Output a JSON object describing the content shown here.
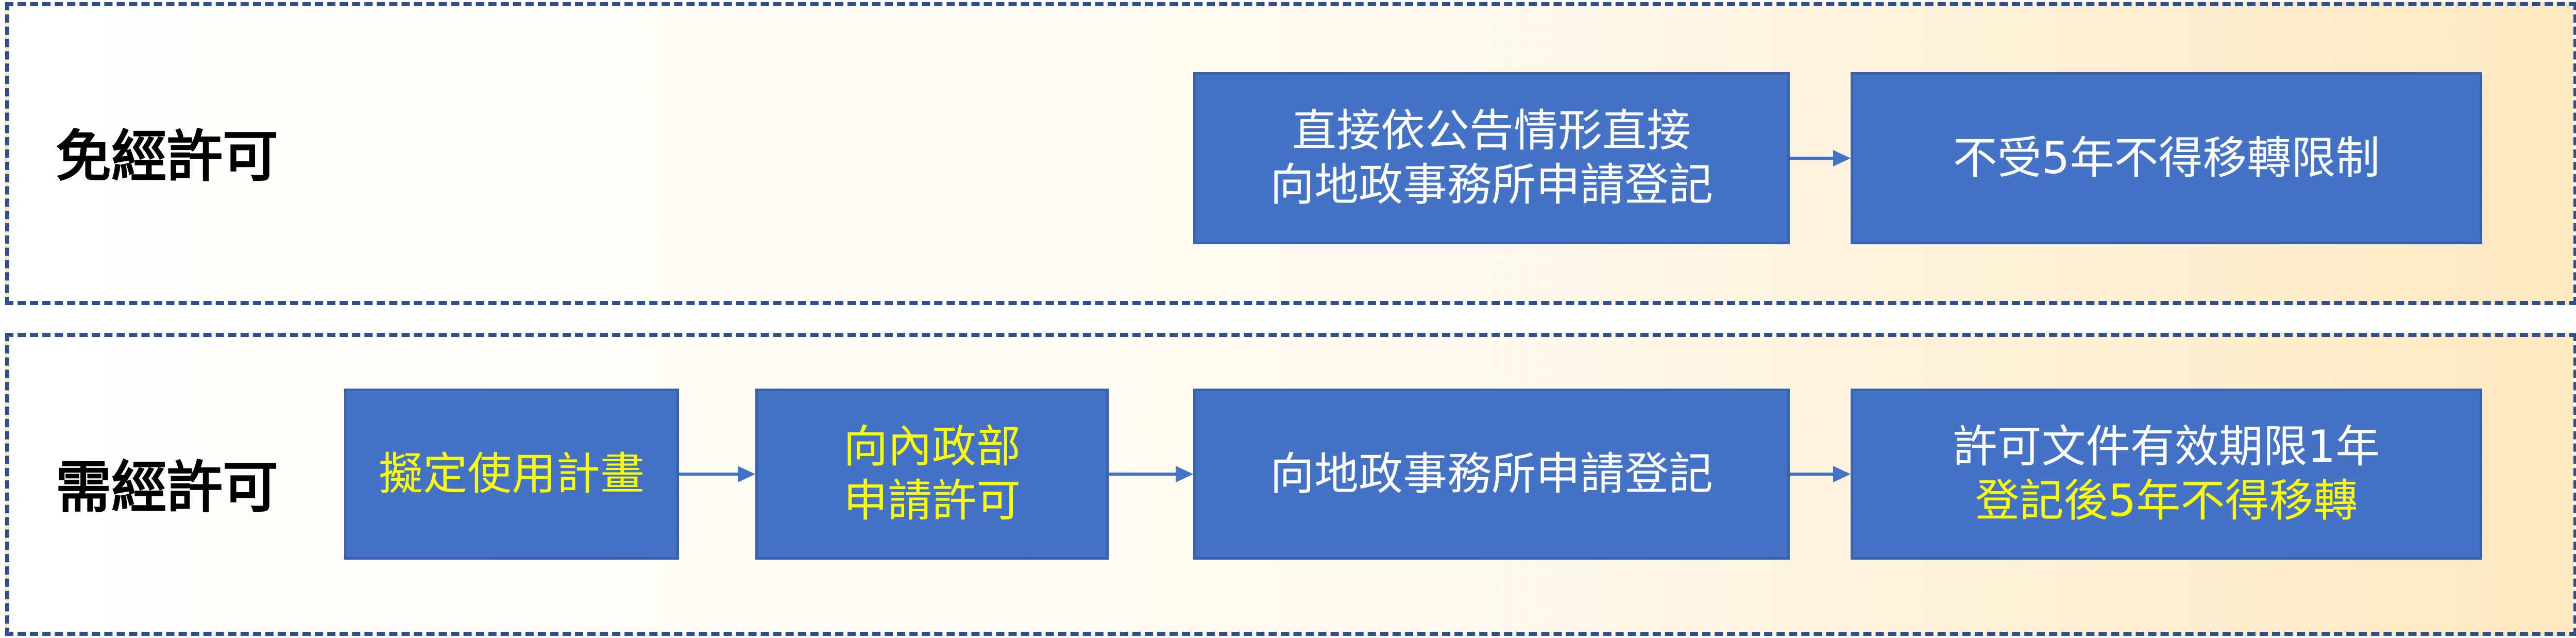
{
  "colors": {
    "box_fill": "#4472c4",
    "box_text": "#ffffff",
    "highlight_text": "#ffff00",
    "border": "#2f4f8f",
    "arrow": "#4472c4"
  },
  "sections": [
    {
      "title": "免經許可",
      "boxes": [
        {
          "lines": [
            {
              "text": "直接依公告情形直接",
              "color": "white"
            },
            {
              "text": "向地政事務所申請登記",
              "color": "white"
            }
          ]
        },
        {
          "lines": [
            {
              "text": "不受5年不得移轉限制",
              "color": "white"
            }
          ]
        }
      ]
    },
    {
      "title": "需經許可",
      "boxes": [
        {
          "lines": [
            {
              "text": "擬定使用計畫",
              "color": "yellow"
            }
          ]
        },
        {
          "lines": [
            {
              "text": "向內政部",
              "color": "yellow"
            },
            {
              "text": "申請許可",
              "color": "yellow"
            }
          ]
        },
        {
          "lines": [
            {
              "text": "向地政事務所申請登記",
              "color": "white"
            }
          ]
        },
        {
          "lines": [
            {
              "text": "許可文件有效期限1年",
              "color": "white"
            },
            {
              "text": "登記後5年不得移轉",
              "color": "yellow"
            }
          ]
        }
      ]
    }
  ]
}
